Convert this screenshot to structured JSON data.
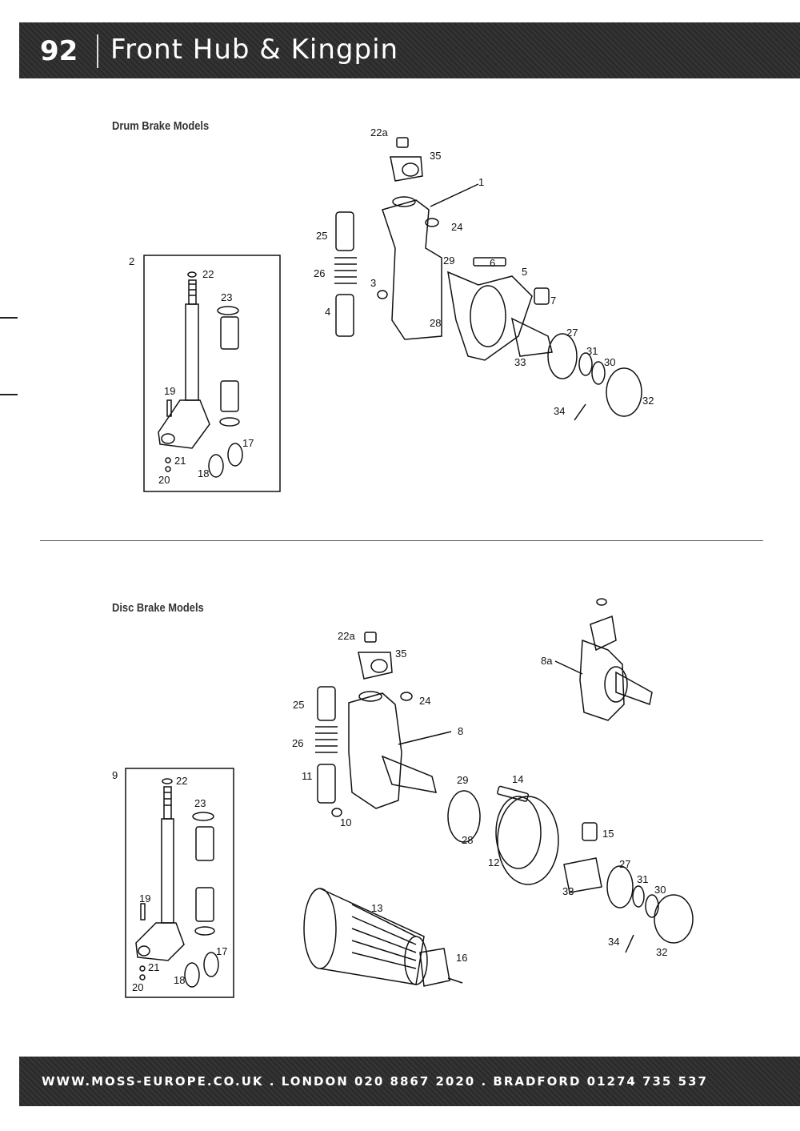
{
  "header": {
    "page_number": "92",
    "title": "Front Hub & Kingpin"
  },
  "sections": {
    "drum": {
      "title": "Drum Brake Models"
    },
    "disc": {
      "title": "Disc Brake Models"
    }
  },
  "drum_labels": [
    "22a",
    "35",
    "1",
    "24",
    "25",
    "26",
    "29",
    "6",
    "5",
    "3",
    "7",
    "4",
    "28",
    "27",
    "31",
    "30",
    "33",
    "32",
    "34",
    "2",
    "22",
    "23",
    "19",
    "21",
    "20",
    "18",
    "17"
  ],
  "disc_labels": [
    "22a",
    "35",
    "8a",
    "24",
    "25",
    "8",
    "26",
    "9",
    "22",
    "23",
    "11",
    "29",
    "14",
    "10",
    "15",
    "28",
    "12",
    "27",
    "31",
    "30",
    "33",
    "13",
    "34",
    "32",
    "16",
    "19",
    "17",
    "21",
    "18",
    "20"
  ],
  "footer": {
    "text": "WWW.MOSS-EUROPE.CO.UK . LONDON 020 8867 2020 . BRADFORD 01274 735 537"
  }
}
